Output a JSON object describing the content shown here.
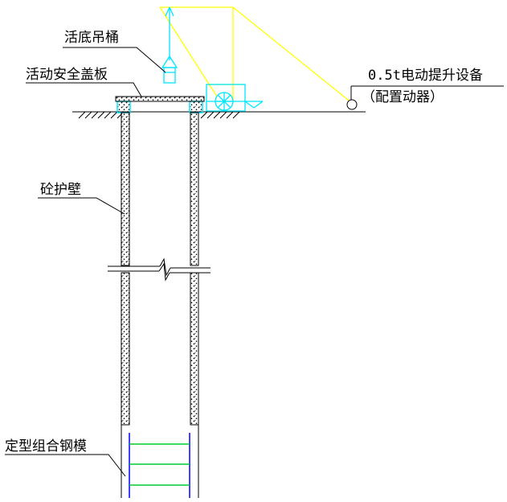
{
  "labels": {
    "bucket": "活底吊桶",
    "cover": "活动安全盖板",
    "hoist_line1": "0.5t电动提升设备",
    "hoist_line2": "（配置动器）",
    "wall": "砼护壁",
    "formwork": "定型组合钢模"
  },
  "colors": {
    "line": "#000000",
    "cyan": "#00e5ff",
    "yellow": "#ffff00",
    "green": "#00cc33",
    "blue": "#0000ff",
    "background": "#ffffff"
  }
}
